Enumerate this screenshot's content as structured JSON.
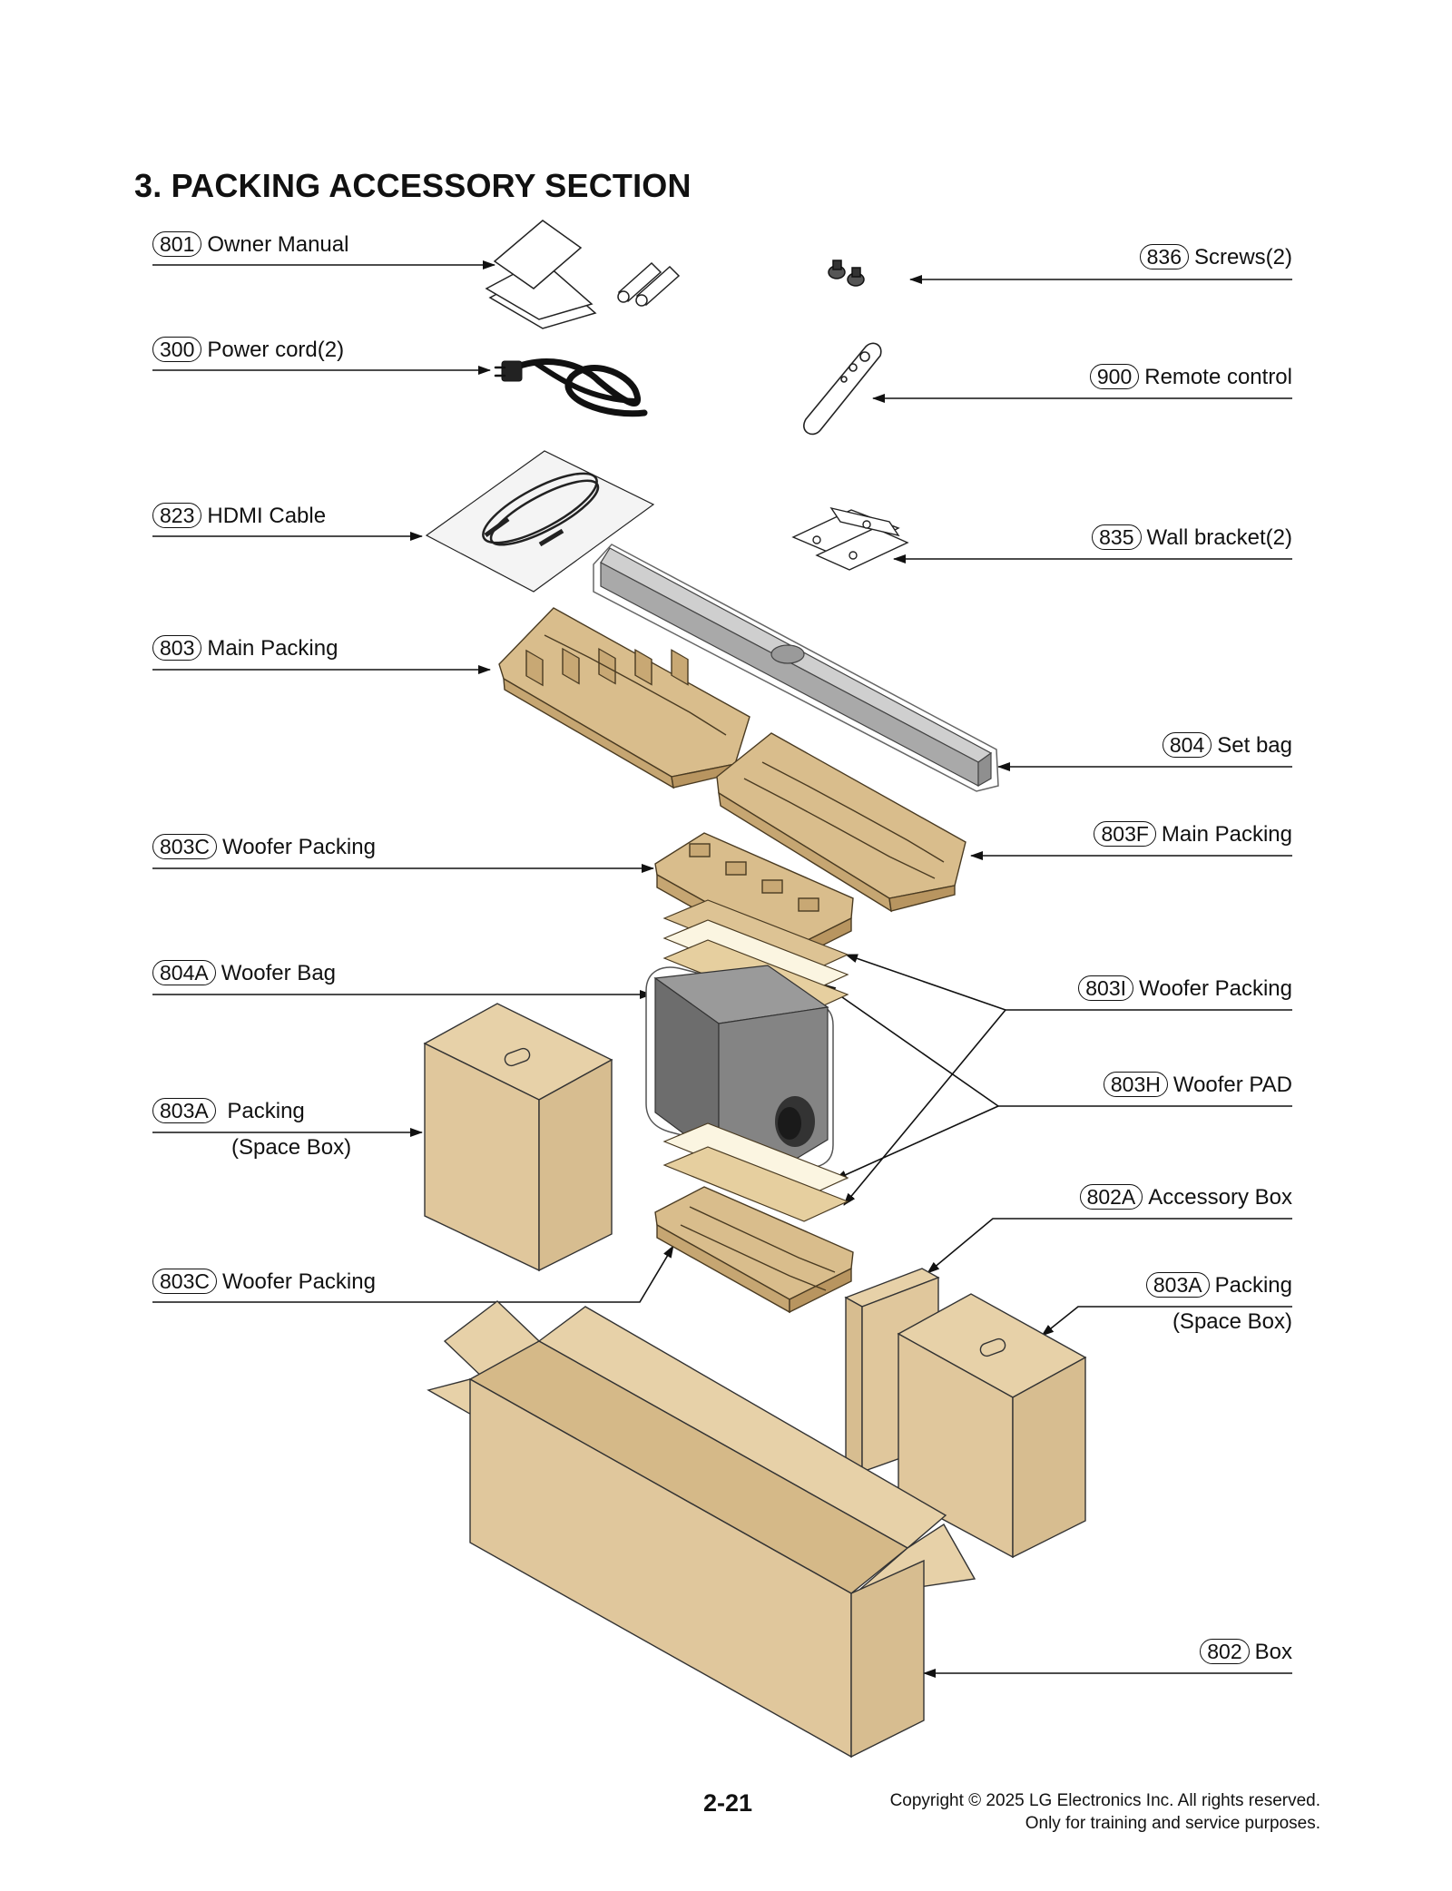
{
  "section_title": "3. PACKING ACCESSORY SECTION",
  "labels": {
    "l801": {
      "code": "801",
      "text": "Owner Manual"
    },
    "l300": {
      "code": "300",
      "text": "Power cord(2)"
    },
    "l823": {
      "code": "823",
      "text": "HDMI Cable"
    },
    "l803": {
      "code": "803",
      "text": "Main Packing"
    },
    "l803c_top": {
      "code": "803C",
      "text": "Woofer Packing"
    },
    "l804a": {
      "code": "804A",
      "text": "Woofer Bag"
    },
    "l803a_left": {
      "code": "803A",
      "text": "Packing",
      "sub": "(Space Box)"
    },
    "l803c_bottom": {
      "code": "803C",
      "text": "Woofer Packing"
    },
    "l836": {
      "code": "836",
      "text": "Screws(2)"
    },
    "l900": {
      "code": "900",
      "text": "Remote control"
    },
    "l835": {
      "code": "835",
      "text": "Wall bracket(2)"
    },
    "l804": {
      "code": "804",
      "text": "Set bag"
    },
    "l803f": {
      "code": "803F",
      "text": "Main Packing"
    },
    "l803i": {
      "code": "803I",
      "text": "Woofer Packing"
    },
    "l803h": {
      "code": "803H",
      "text": "Woofer PAD"
    },
    "l802a": {
      "code": "802A",
      "text": "Accessory Box"
    },
    "l803a_right": {
      "code": "803A",
      "text": "Packing",
      "sub": "(Space Box)"
    },
    "l802": {
      "code": "802",
      "text": "Box"
    }
  },
  "footer": {
    "page_number": "2-21",
    "copyright_line1": "Copyright © 2025 LG Electronics Inc. All rights reserved.",
    "copyright_line2": "Only for training and service purposes."
  },
  "colors": {
    "cardboard": "#e0c79c",
    "pulp_tray": "#d9bd8c",
    "soundbar": "#b5b5b5",
    "woofer": "#7d7d7d",
    "pad": "#fbf5e1"
  }
}
